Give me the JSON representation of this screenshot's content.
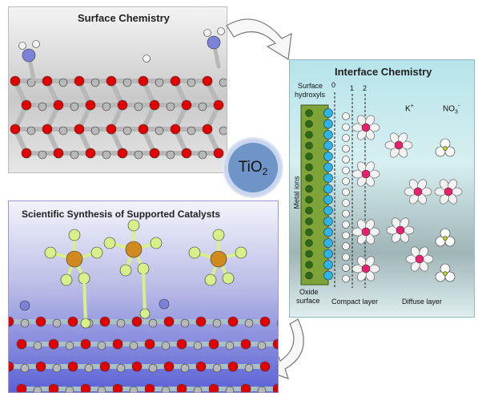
{
  "surface_panel": {
    "title": "Surface Chemistry"
  },
  "interface_panel": {
    "title": "Interface Chemistry",
    "surface_hydroxyls": [
      "Surface",
      "hydroxyls"
    ],
    "metal_ions": "Metal ions",
    "oxide_surface": [
      "Oxide",
      "surface"
    ],
    "compact_layer": "Compact layer",
    "diffuse_layer": "Diffuse layer",
    "plane_numbers": [
      "0",
      "1",
      "2"
    ],
    "cation": "K",
    "cation_charge": "+",
    "anion": "NO",
    "anion_sub": "3",
    "anion_charge": "-"
  },
  "center_badge": {
    "base": "TiO",
    "sub": "2"
  },
  "synthesis_panel": {
    "title": "Scientific Synthesis of Supported Catalysts"
  },
  "colors": {
    "oxygen": "#e00000",
    "titanium": "#b8b8b8",
    "nitrogen": "#7b82d8",
    "hydrogen": "#f2f2f2",
    "metal": "#d08a1e",
    "ligand": "#d8f08a",
    "oxide_green": "#7ea338",
    "surface_ion": "#2bb5e8",
    "cation_core": "#e8216f"
  }
}
